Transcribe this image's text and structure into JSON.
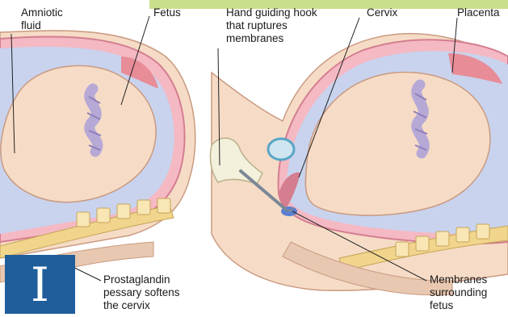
{
  "labels": {
    "amniotic_fluid": "Amniotic\nfluid",
    "fetus": "Fetus",
    "hook": "Hand guiding hook\nthat ruptures\nmembranes",
    "cervix": "Cervix",
    "placenta": "Placenta",
    "pessary": "Prostaglandin\npessary softens\nthe cervix",
    "membranes": "Membranes\nsurrounding\nfetus"
  },
  "badge": {
    "letter": "I"
  },
  "colors": {
    "accent_bar": "#c9df8a",
    "badge": "#1f5e9a",
    "skin": "#f6dcc6",
    "skin_shadow": "#e9bfa2",
    "uterus_wall": "#f4b9c3",
    "uterus_dark": "#d47e90",
    "amniotic": "#c9d3ee",
    "cord": "#b7a9d6",
    "placenta": "#e88c98",
    "spine": "#f1d58d",
    "leader": "#222222"
  }
}
